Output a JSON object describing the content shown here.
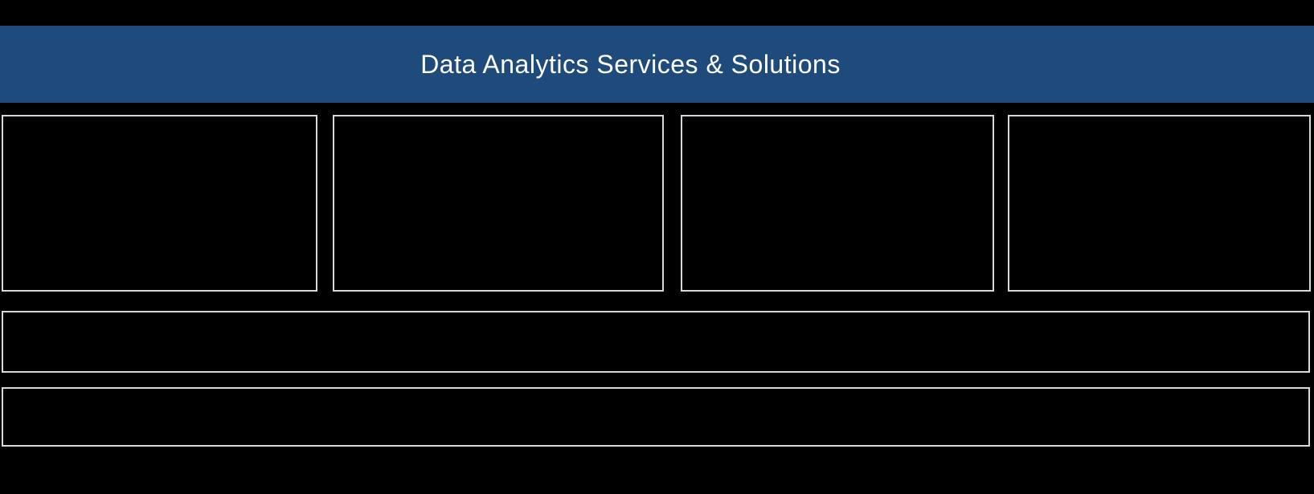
{
  "slide": {
    "header": {
      "title": "Data Analytics Services & Solutions"
    },
    "colors": {
      "background": "#000000",
      "header_bar": "#1F4A7C",
      "header_text": "#FFFFFF",
      "panel_border": "#D9D9D9",
      "panel_fill": "#000000"
    },
    "panels": {
      "top_row_count": 4,
      "full_width_bar_count": 2
    }
  }
}
